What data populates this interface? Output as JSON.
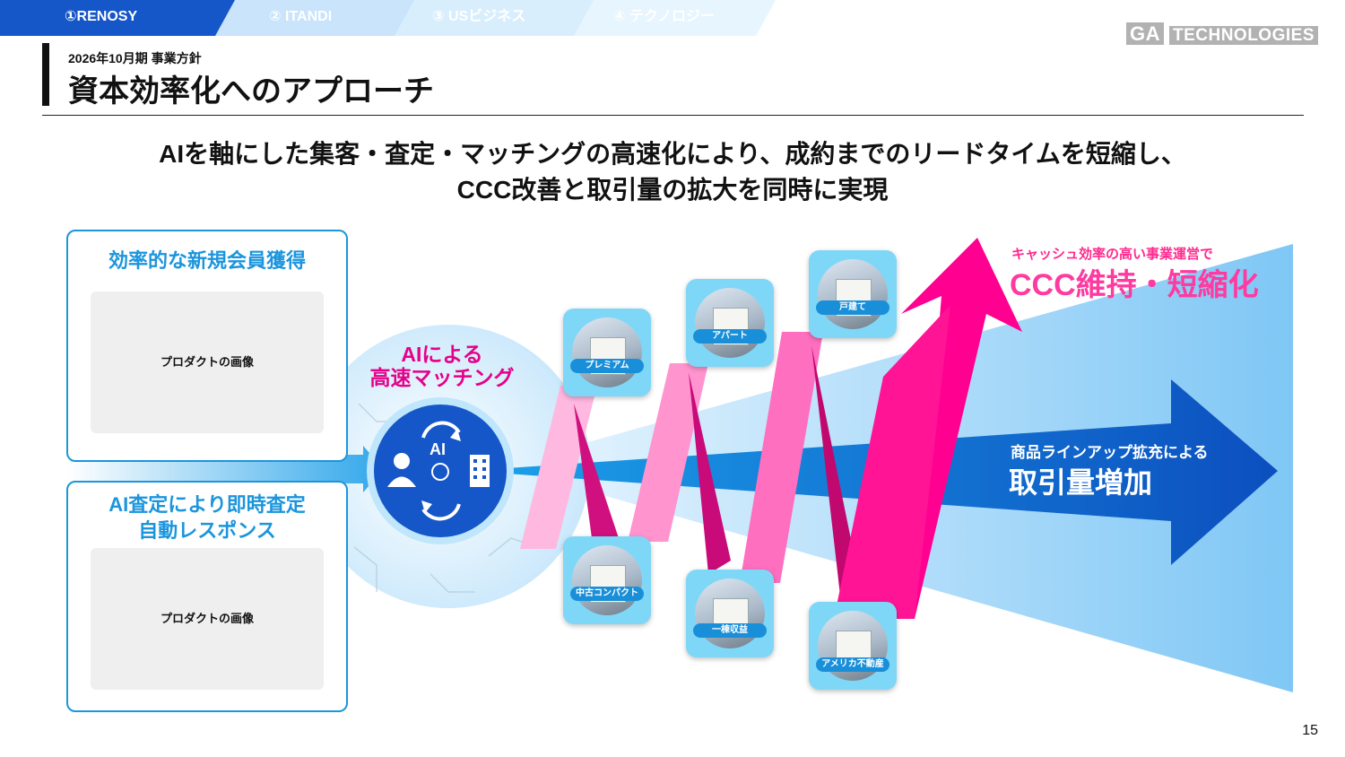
{
  "tabs": [
    {
      "label": "①RENOSY"
    },
    {
      "label": "② ITANDI"
    },
    {
      "label": "③ USビジネス"
    },
    {
      "label": "④ テクノロジー"
    }
  ],
  "logo": {
    "ga": "GA",
    "tech": "TECHNOLOGIES"
  },
  "header": {
    "subtitle": "2026年10月期 事業方針",
    "title": "資本効率化へのアプローチ"
  },
  "lead": {
    "line1": "AIを軸にした集客・査定・マッチングの高速化により、成約までのリードタイムを短縮し、",
    "line2": "CCC改善と取引量の拡大を同時に実現"
  },
  "cards": [
    {
      "title": "効率的な新規会員獲得",
      "placeholder": "プロダクトの画像"
    },
    {
      "title_l1": "AI査定により即時査定",
      "title_l2": "自動レスポンス",
      "placeholder": "プロダクトの画像"
    }
  ],
  "hub": {
    "ai": "AI",
    "label_l1": "AIによる",
    "label_l2": "高速マッチング"
  },
  "products": {
    "top": [
      "プレミアム",
      "アパート",
      "戸建て"
    ],
    "bottom": [
      "中古コンパクト",
      "一棟収益",
      "アメリカ不動産"
    ]
  },
  "ccc": {
    "small": "キャッシュ効率の高い事業運営で",
    "big": "CCC維持・短縮化"
  },
  "volume": {
    "small": "商品ラインアップ拡充による",
    "big": "取引量増加"
  },
  "page_number": "15",
  "colors": {
    "primary": "#1556c8",
    "accent_blue": "#1b95dc",
    "magenta": "#ff0090"
  }
}
